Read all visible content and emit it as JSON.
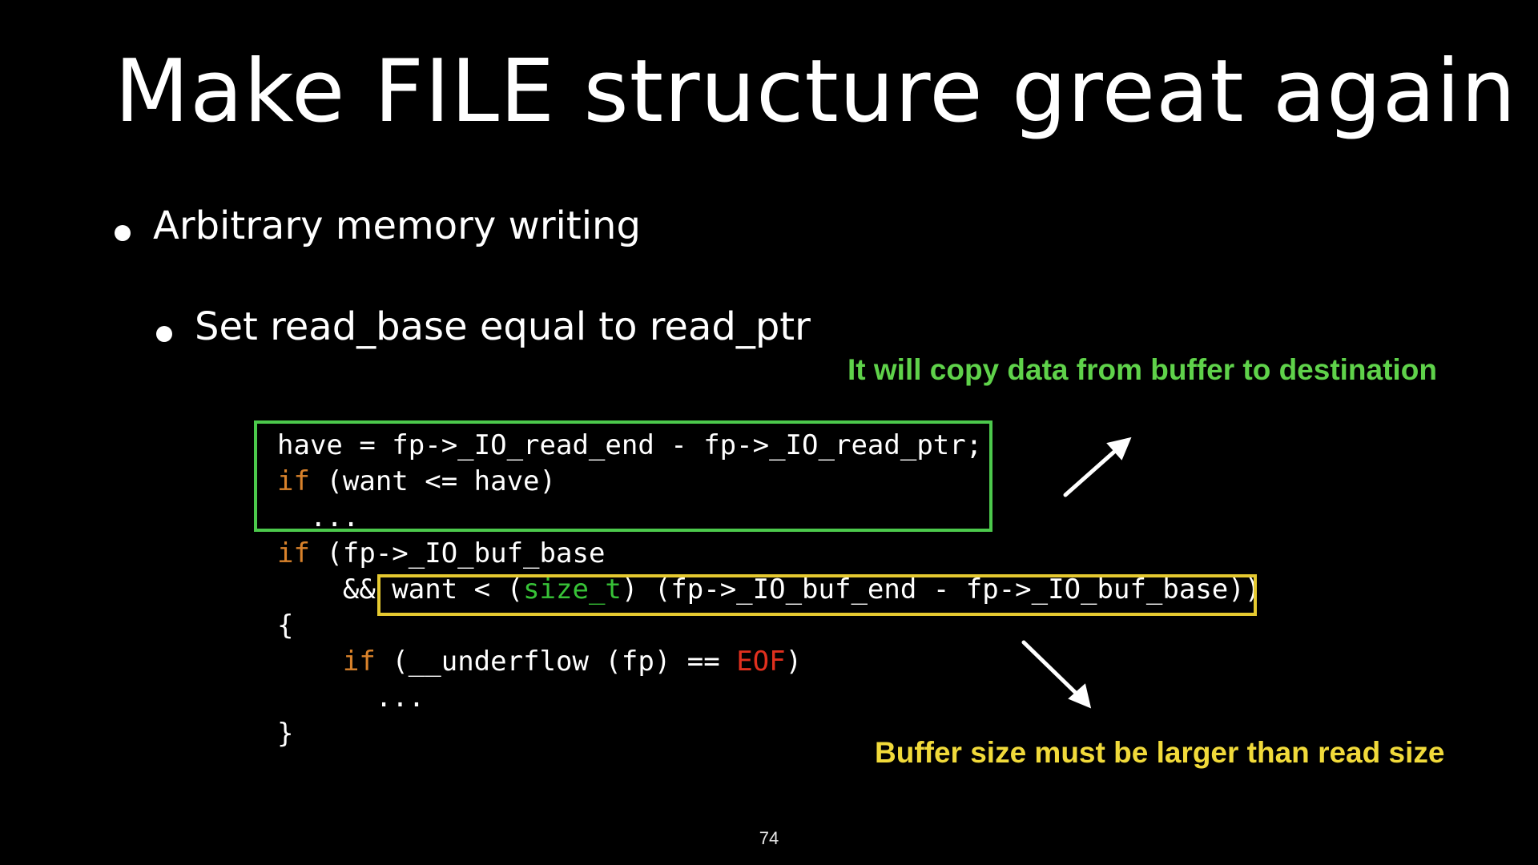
{
  "slide": {
    "title": "Make FILE structure great again",
    "bullets": [
      "Arbitrary memory writing",
      "Set read_base equal to  read_ptr"
    ],
    "annotations": {
      "green": "It will copy data from buffer to destination",
      "yellow": "Buffer size must be larger than read size"
    },
    "code": {
      "l1": "have = fp->_IO_read_end - fp->_IO_read_ptr;",
      "l2_kw": "if",
      "l2_rest": " (want <= have)",
      "l3": "  ...",
      "l4_kw": "if",
      "l4_rest": " (fp->_IO_buf_base",
      "l5_pre": "    && ",
      "l5_a": "want < (",
      "l5_type": "size_t",
      "l5_b": ") (fp->_IO_buf_end - fp->_IO_buf_base))",
      "l6": "{",
      "l7_pre": "    ",
      "l7_kw": "if",
      "l7_a": " (__underflow (fp) == ",
      "l7_err": "EOF",
      "l7_b": ")",
      "l8": "      ...",
      "l9": "}"
    },
    "colors": {
      "background": "#000000",
      "green_highlight": "#4cc94c",
      "yellow_highlight": "#e5c930",
      "keyword": "#d9822b",
      "type": "#37c237",
      "eof": "#e0301e"
    },
    "icons": [
      "arrow-up-right-icon",
      "arrow-down-right-icon",
      "bullet-dot-icon"
    ],
    "page_number": "74"
  }
}
